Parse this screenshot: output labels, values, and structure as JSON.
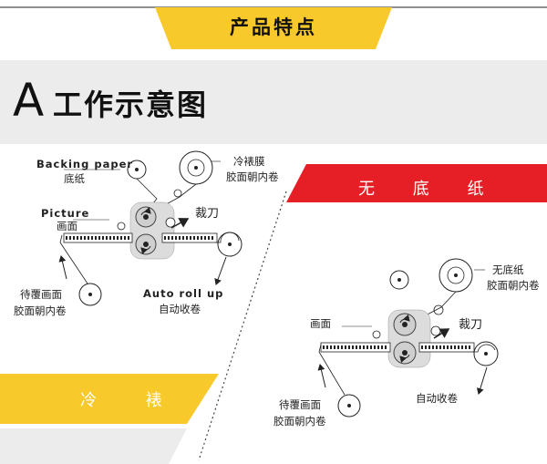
{
  "header": {
    "title": "产品特点"
  },
  "section": {
    "letter": "A",
    "title": "工作示意图"
  },
  "cold": {
    "mode_label": "冷 裱",
    "backing_en": "Backing paper",
    "backing_cn": "底纸",
    "film_line1": "冷裱膜",
    "film_line2": "胶面朝内卷",
    "picture_en": "Picture",
    "picture_cn": "画面",
    "cutter": "裁刀",
    "pending_line1": "待覆画面",
    "pending_line2": "胶面朝内卷",
    "autoroll_en": "Auto roll up",
    "autoroll_cn": "自动收卷"
  },
  "nobacking": {
    "mode_label": "无 底 纸",
    "film_line1": "无底纸",
    "film_line2": "胶面朝内卷",
    "picture_cn": "画面",
    "cutter": "裁刀",
    "pending_line1": "待覆画面",
    "pending_line2": "胶面朝内卷",
    "autoroll_cn": "自动收卷"
  },
  "colors": {
    "yellow": "#f8c92a",
    "red": "#e51f25",
    "gray_band": "#ececec",
    "roller": "#cfcfcf"
  }
}
